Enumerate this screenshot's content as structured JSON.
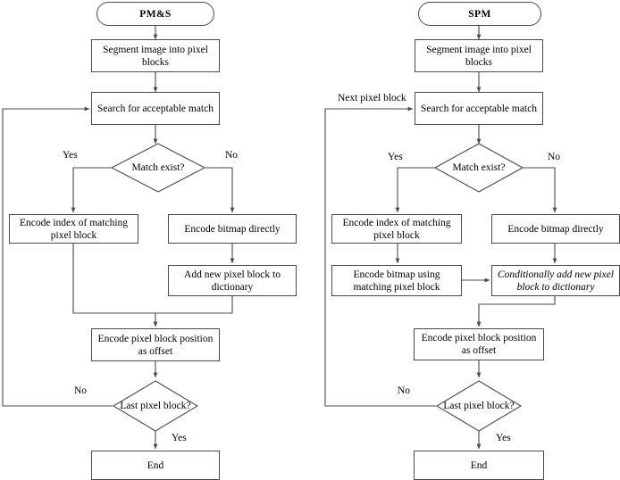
{
  "diagram": {
    "type": "flowchart",
    "title_left": "PM&S",
    "title_right": "SPM",
    "stroke_color": "#4a4a4a",
    "text_color": "#000000",
    "background": "#ffffff"
  },
  "left": {
    "start": "PM&S",
    "segment": "Segment image into pixel blocks",
    "search": "Search for acceptable match",
    "decision_match": "Match exist?",
    "yes_label": "Yes",
    "no_label": "No",
    "encode_index": "Encode index of matching pixel block",
    "encode_bitmap": "Encode bitmap directly",
    "add_block": "Add new pixel block to dictionary",
    "encode_offset": "Encode pixel block position as offset",
    "decision_last": "Last pixel block?",
    "last_no_label": "No",
    "last_yes_label": "Yes",
    "end": "End"
  },
  "right": {
    "start": "SPM",
    "segment": "Segment image into pixel blocks",
    "search": "Search for acceptable match",
    "loop_label": "Next pixel block",
    "decision_match": "Match exist?",
    "yes_label": "Yes",
    "no_label": "No",
    "encode_index": "Encode index of matching pixel block",
    "encode_bitmap": "Encode bitmap directly",
    "encode_using_match": "Encode bitmap using matching pixel block",
    "conditional_add": "Conditionally add new pixel block to dictionary",
    "encode_offset": "Encode pixel block position as offset",
    "decision_last": "Last pixel block?",
    "last_no_label": "No",
    "last_yes_label": "Yes",
    "end": "End"
  }
}
